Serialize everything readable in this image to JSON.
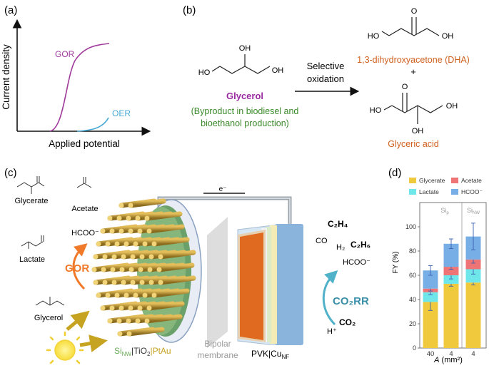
{
  "panels": {
    "a": {
      "label": "(a)",
      "xlabel": "Applied potential",
      "ylabel": "Current density",
      "curves": [
        "GOR",
        "OER"
      ],
      "colors": {
        "gor": "#a03a9a",
        "oer": "#4aaad6"
      }
    },
    "b": {
      "label": "(b)",
      "reactant": {
        "atoms": [
          "OH",
          "HO",
          "OH"
        ]
      },
      "reactant_name": "Glycerol",
      "reactant_note_1": "(Byproduct in biodiesel and",
      "reactant_note_2": "bioethanol production)",
      "arrow_label_1": "Selective",
      "arrow_label_2": "oxidation",
      "dha_atoms": [
        "O",
        "HO",
        "OH"
      ],
      "product_1": "1,3-dihydroxyacetone (DHA)",
      "plus": "+",
      "ga_atoms": [
        "O",
        "HO",
        "OH",
        "OH"
      ],
      "product_2": "Glyceric acid",
      "colors": {
        "green": "#3a8a2a",
        "orange": "#d0601e",
        "purple": "#9a2aa0"
      }
    },
    "c": {
      "label": "(c)",
      "left_species": [
        "Glycerate",
        "Acetate",
        "HCOO⁻",
        "Lactate",
        "Glycerol"
      ],
      "process_left": "GOR",
      "electron": "e⁻",
      "membrane_1": "Bipolar",
      "membrane_2": "membrane",
      "photoanode": {
        "a": "Si",
        "a_sub": "NW",
        "b": "|TiO",
        "b_sub": "2",
        "c": "|PtAu"
      },
      "photocathode": {
        "a": "PVK|Cu",
        "a_sub": "NF"
      },
      "right_products": [
        "C₂H₄",
        "CO",
        "H₂",
        "C₂H₆",
        "HCOO⁻"
      ],
      "process_right": "CO₂RR",
      "reactants": [
        "CO₂",
        "H⁺"
      ],
      "colors": {
        "gor": "#f07a2a",
        "co2rr": "#3b8fa8",
        "electrode": "#e0702a"
      }
    },
    "d": {
      "label": "(d)"
    }
  },
  "chart_data": {
    "type": "bar",
    "stacked": true,
    "categories": [
      "40",
      "4",
      "4"
    ],
    "ylabel": "FY (%)",
    "xlabel": "A (mm²)",
    "ylim": [
      0,
      120
    ],
    "yticks": [
      0,
      20,
      40,
      60,
      80,
      100
    ],
    "group_labels": [
      {
        "text": "Si",
        "sub": "p"
      },
      {
        "text": "Si",
        "sub": "NW"
      }
    ],
    "series": [
      {
        "name": "Glycerate",
        "color": "#f0ca3c",
        "values": [
          38,
          53,
          54
        ]
      },
      {
        "name": "Lactate",
        "color": "#6fe6ea",
        "values": [
          8,
          7,
          11
        ]
      },
      {
        "name": "Acetate",
        "color": "#ee7476",
        "values": [
          3,
          7,
          8
        ]
      },
      {
        "name": "HCOO⁻",
        "color": "#78aee6",
        "values": [
          15,
          19,
          19
        ]
      }
    ],
    "error_bars": {
      "Glycerate": [
        7,
        2,
        2
      ],
      "Lactate": [
        2,
        3,
        4
      ],
      "Acetate": [
        2,
        2,
        3
      ],
      "HCOO⁻": [
        4,
        4,
        11
      ]
    }
  }
}
